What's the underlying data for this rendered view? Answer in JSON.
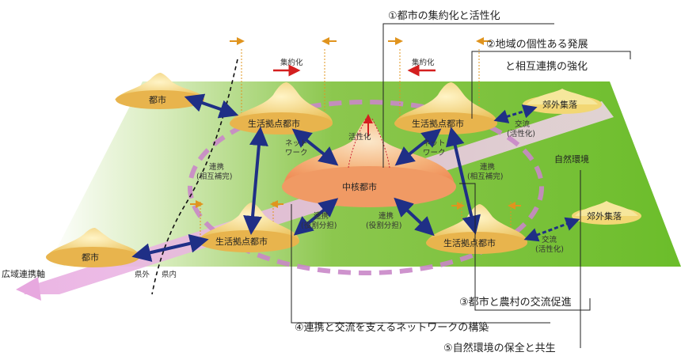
{
  "callouts": {
    "c1": "①都市の集約化と活性化",
    "c2a": "②地域の個性ある発展",
    "c2b": "と相互連携の強化",
    "c3": "③都市と農村の交流促進",
    "c4": "④連携と交流を支えるネットワークの構築",
    "c5": "⑤自然環境の保全と共生"
  },
  "nodes": {
    "core": "中核都市",
    "hub_tl": "生活拠点都市",
    "hub_tr": "生活拠点都市",
    "hub_bl": "生活拠点都市",
    "hub_br": "生活拠点都市",
    "city_l1": "都市",
    "city_l2": "都市",
    "suburb_1": "郊外集落",
    "suburb_2": "郊外集落"
  },
  "labels": {
    "shuyaku_l": "集約化",
    "shuyaku_r": "集約化",
    "kasseika": "活性化",
    "network_l1": "ネット",
    "network_l2": "ワーク",
    "network_r1": "ネット",
    "network_r2": "ワーク",
    "renkei_l1": "連携",
    "renkei_l2": "(相互補完)",
    "renkei_r1": "連携",
    "renkei_r2": "(相互補完)",
    "renkei_bl1": "連携",
    "renkei_bl2": "(役割分担)",
    "renkei_br1": "連携",
    "renkei_br2": "(役割分担)",
    "koryu_t1": "交流",
    "koryu_t2": "(活性化)",
    "koryu_b1": "交流",
    "koryu_b2": "(活性化)",
    "shizen": "自然環境",
    "kengai": "県外",
    "kennai": "県内",
    "kouiki": "広域連携軸"
  },
  "colors": {
    "green": "#6fbf2c",
    "arrow_blue": "#1f2f86",
    "pink": "#c987c8",
    "red_arrow": "#d41f1f",
    "orange": "#e0941e"
  }
}
